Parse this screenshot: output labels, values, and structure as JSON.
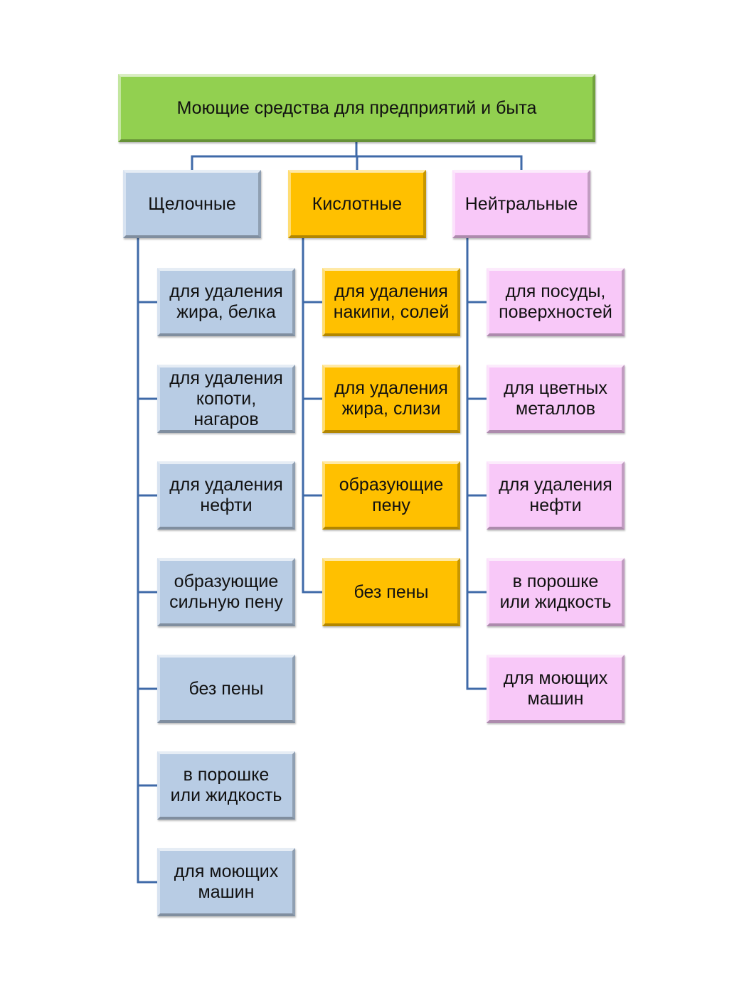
{
  "colors": {
    "root": "#92d050",
    "alkaline": "#b8cce4",
    "acid": "#ffc000",
    "neutral": "#f8c8f8",
    "connector": "#3f6aa8"
  },
  "root": {
    "label": "Моющие средства для предприятий и быта"
  },
  "categories": [
    {
      "label": "Щелочные",
      "items": [
        "для удаления\nжира, белка",
        "для удаления\nкопоти,\nнагаров",
        "для удаления\nнефти",
        "образующие\nсильную пену",
        "без пены",
        "в порошке\nили жидкость",
        "для моющих\nмашин"
      ]
    },
    {
      "label": "Кислотные",
      "items": [
        "для удаления\nнакипи, солей",
        "для удаления\nжира, слизи",
        "образующие\nпену",
        "без пены"
      ]
    },
    {
      "label": "Нейтральные",
      "items": [
        "для посуды,\nповерхностей",
        "для цветных\nметаллов",
        "для удаления\nнефти",
        "в порошке\nили жидкость",
        "для моющих\nмашин"
      ]
    }
  ]
}
